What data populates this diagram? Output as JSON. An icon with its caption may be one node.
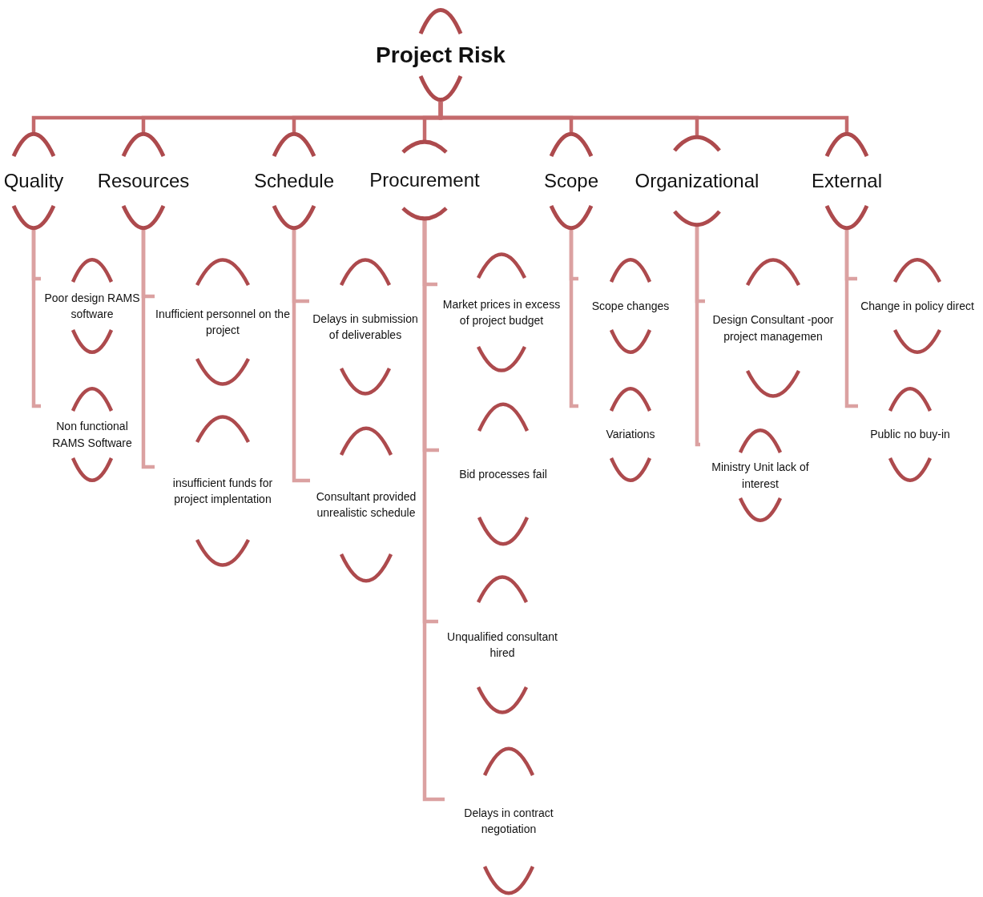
{
  "diagram": {
    "nodes": [
      {
        "text": [
          "Project Risk"
        ]
      },
      {
        "text": [
          "Quality"
        ]
      },
      {
        "text": [
          "Resources"
        ]
      },
      {
        "text": [
          "Schedule"
        ]
      },
      {
        "text": [
          "Procurement"
        ]
      },
      {
        "text": [
          "Scope"
        ]
      },
      {
        "text": [
          "Organizational"
        ]
      },
      {
        "text": [
          "External"
        ]
      },
      {
        "text": [
          "Poor design RAMS software"
        ]
      },
      {
        "text": [
          "Non functional RAMS Software"
        ]
      },
      {
        "text": [
          "Inufficient personnel on the project"
        ]
      },
      {
        "text": [
          "insufficient funds for project implentation"
        ]
      },
      {
        "text": [
          "Delays in submission of deliverables"
        ]
      },
      {
        "text": [
          "Consultant provided unrealistic schedule"
        ]
      },
      {
        "text": [
          "Market prices in excess of project budget"
        ]
      },
      {
        "text": [
          "Bid processes fail"
        ]
      },
      {
        "text": [
          "Unqualified consultant hired"
        ]
      },
      {
        "text": [
          "Delays in contract negotiation"
        ]
      },
      {
        "text": [
          "Scope changes"
        ]
      },
      {
        "text": [
          "Variations"
        ]
      },
      {
        "text": [
          "Design Consultant -poor project managemen"
        ]
      },
      {
        "text": [
          "Ministry Unit lack of interest"
        ]
      },
      {
        "text": [
          "Change in policy direct"
        ]
      },
      {
        "text": [
          "Public no buy-in"
        ]
      }
    ],
    "edges": [
      {
        "from": 0,
        "to": 1,
        "arrow": "none",
        "color": "#c46a6c"
      },
      {
        "from": 0,
        "to": 2,
        "arrow": "none",
        "color": "#c46a6c"
      },
      {
        "from": 0,
        "to": 3,
        "arrow": "none",
        "color": "#c46a6c"
      },
      {
        "from": 0,
        "to": 4,
        "arrow": "none",
        "color": "#c46a6c"
      },
      {
        "from": 0,
        "to": 5,
        "arrow": "none",
        "color": "#c46a6c"
      },
      {
        "from": 0,
        "to": 6,
        "arrow": "none",
        "color": "#c46a6c"
      },
      {
        "from": 0,
        "to": 7,
        "arrow": "none",
        "color": "#c46a6c"
      },
      {
        "from": 1,
        "to": 8,
        "arrow": "none"
      },
      {
        "from": 1,
        "to": 9,
        "arrow": "none"
      },
      {
        "from": 2,
        "to": 10,
        "arrow": "none"
      },
      {
        "from": 2,
        "to": 11,
        "arrow": "none"
      },
      {
        "from": 3,
        "to": 12,
        "arrow": "none"
      },
      {
        "from": 3,
        "to": 13,
        "arrow": "none"
      },
      {
        "from": 4,
        "to": 14,
        "arrow": "none"
      },
      {
        "from": 4,
        "to": 15,
        "arrow": "none"
      },
      {
        "from": 4,
        "to": 16,
        "arrow": "none"
      },
      {
        "from": 4,
        "to": 17,
        "arrow": "none"
      },
      {
        "from": 5,
        "to": 18,
        "arrow": "none"
      },
      {
        "from": 5,
        "to": 19,
        "arrow": "none"
      },
      {
        "from": 6,
        "to": 20,
        "arrow": "none"
      },
      {
        "from": 6,
        "to": 21,
        "arrow": "none"
      },
      {
        "from": 7,
        "to": 22,
        "arrow": "none"
      },
      {
        "from": 7,
        "to": 23,
        "arrow": "none"
      }
    ]
  }
}
